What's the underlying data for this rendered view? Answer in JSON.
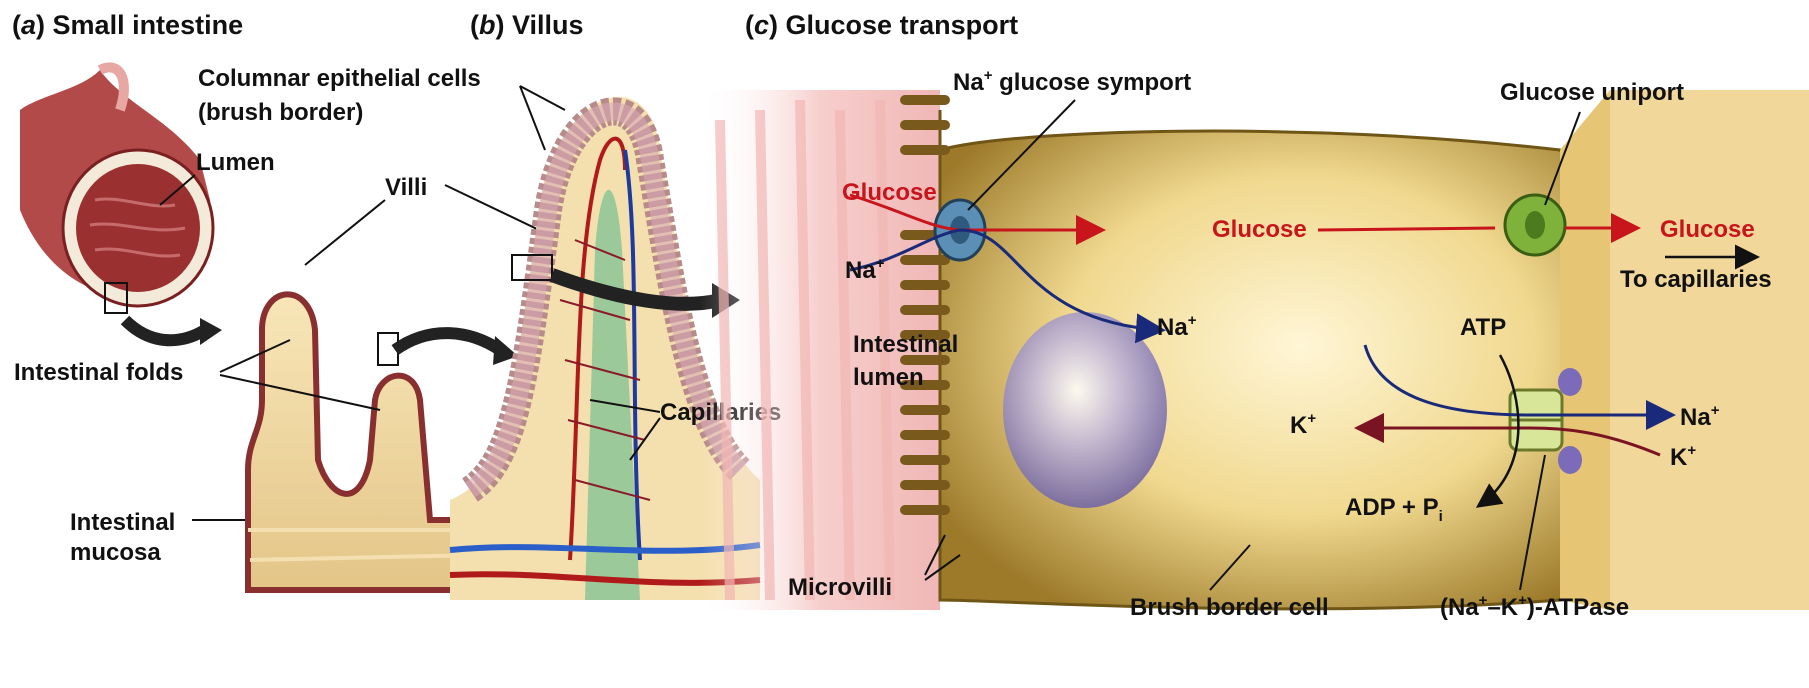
{
  "panels": {
    "a": {
      "letter": "a",
      "title": "Small intestine"
    },
    "b": {
      "letter": "b",
      "title": "Villus"
    },
    "c": {
      "letter": "c",
      "title": "Glucose transport"
    }
  },
  "labels": {
    "lumen": "Lumen",
    "villi": "Villi",
    "intestinal_folds": "Intestinal folds",
    "mucosa_line1": "Intestinal",
    "mucosa_line2": "mucosa",
    "columnar_line1": "Columnar epithelial cells",
    "columnar_line2": "(brush border)",
    "capillaries": "Capillaries",
    "symport": "glucose symport",
    "uniport": "Glucose uniport",
    "glucose": "Glucose",
    "na": "Na",
    "k": "K",
    "plus": "+",
    "to_capillaries": "To capillaries",
    "intestinal_lumen_line1": "Intestinal",
    "intestinal_lumen_line2": "lumen",
    "atp": "ATP",
    "adp": "ADP + P",
    "pi_sub": "i",
    "microvilli": "Microvilli",
    "brush_border_cell": "Brush border cell",
    "atpase_open": "(Na",
    "atpase_dash": "–K",
    "atpase_close": ")-ATPase"
  },
  "colors": {
    "glucose_arrow": "#c8141b",
    "sodium_arrow": "#1a2a7a",
    "potassium_arrow": "#7a1422",
    "symport_protein": "#5b8fb5",
    "uniport_protein": "#7fb23a",
    "atpase_protein": "#d8e69a",
    "atpase_cap": "#7b6bb8",
    "cell_body": "#e8c979",
    "tissue_pink": "#c9716e"
  }
}
